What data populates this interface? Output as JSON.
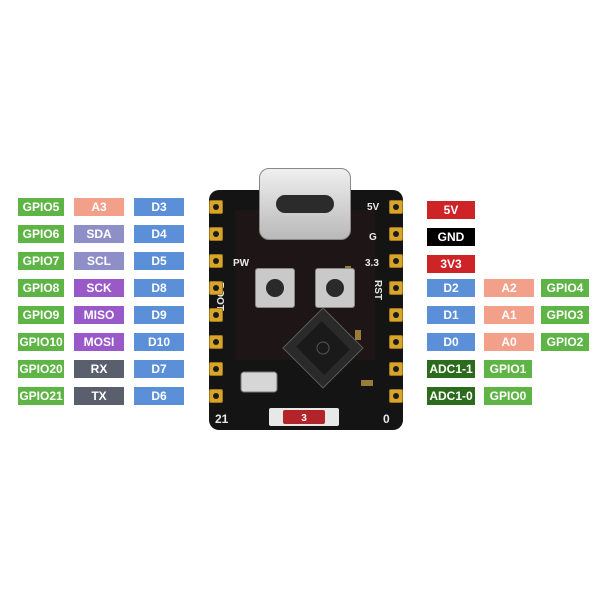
{
  "colors": {
    "gpio": "#5fb446",
    "analog": "#f3a08a",
    "digital": "#5b8fd8",
    "i2c": "#8f8fc8",
    "spi": "#9a59c9",
    "uart": "#5a5f6e",
    "power5v": "#cf2427",
    "gnd": "#000000",
    "adc": "#2c6a1c"
  },
  "left_pins": [
    {
      "gpio": "GPIO5",
      "alt": "A3",
      "alt_type": "analog",
      "d": "D3"
    },
    {
      "gpio": "GPIO6",
      "alt": "SDA",
      "alt_type": "i2c",
      "d": "D4"
    },
    {
      "gpio": "GPIO7",
      "alt": "SCL",
      "alt_type": "i2c",
      "d": "D5"
    },
    {
      "gpio": "GPIO8",
      "alt": "SCK",
      "alt_type": "spi",
      "d": "D8"
    },
    {
      "gpio": "GPIO9",
      "alt": "MISO",
      "alt_type": "spi",
      "d": "D9"
    },
    {
      "gpio": "GPIO10",
      "alt": "MOSI",
      "alt_type": "spi",
      "d": "D10"
    },
    {
      "gpio": "GPIO20",
      "alt": "RX",
      "alt_type": "uart",
      "d": "D7"
    },
    {
      "gpio": "GPIO21",
      "alt": "TX",
      "alt_type": "uart",
      "d": "D6"
    }
  ],
  "right_power": [
    {
      "label": "5V",
      "type": "power5v"
    },
    {
      "label": "GND",
      "type": "gnd"
    },
    {
      "label": "3V3",
      "type": "power5v"
    }
  ],
  "right_pins": [
    {
      "d": "D2",
      "a": "A2",
      "gpio": "GPIO4"
    },
    {
      "d": "D1",
      "a": "A1",
      "gpio": "GPIO3"
    },
    {
      "d": "D0",
      "a": "A0",
      "gpio": "GPIO2"
    }
  ],
  "right_adc": [
    {
      "adc": "ADC1-1",
      "gpio": "GPIO1"
    },
    {
      "adc": "ADC1-0",
      "gpio": "GPIO0"
    }
  ],
  "board": {
    "silk_5v": "5V",
    "silk_g": "G",
    "silk_33": "3.3",
    "silk_pw": "PW",
    "silk_boot": "BOOT",
    "silk_rst": "RST",
    "silk_21": "21",
    "silk_0": "0"
  }
}
